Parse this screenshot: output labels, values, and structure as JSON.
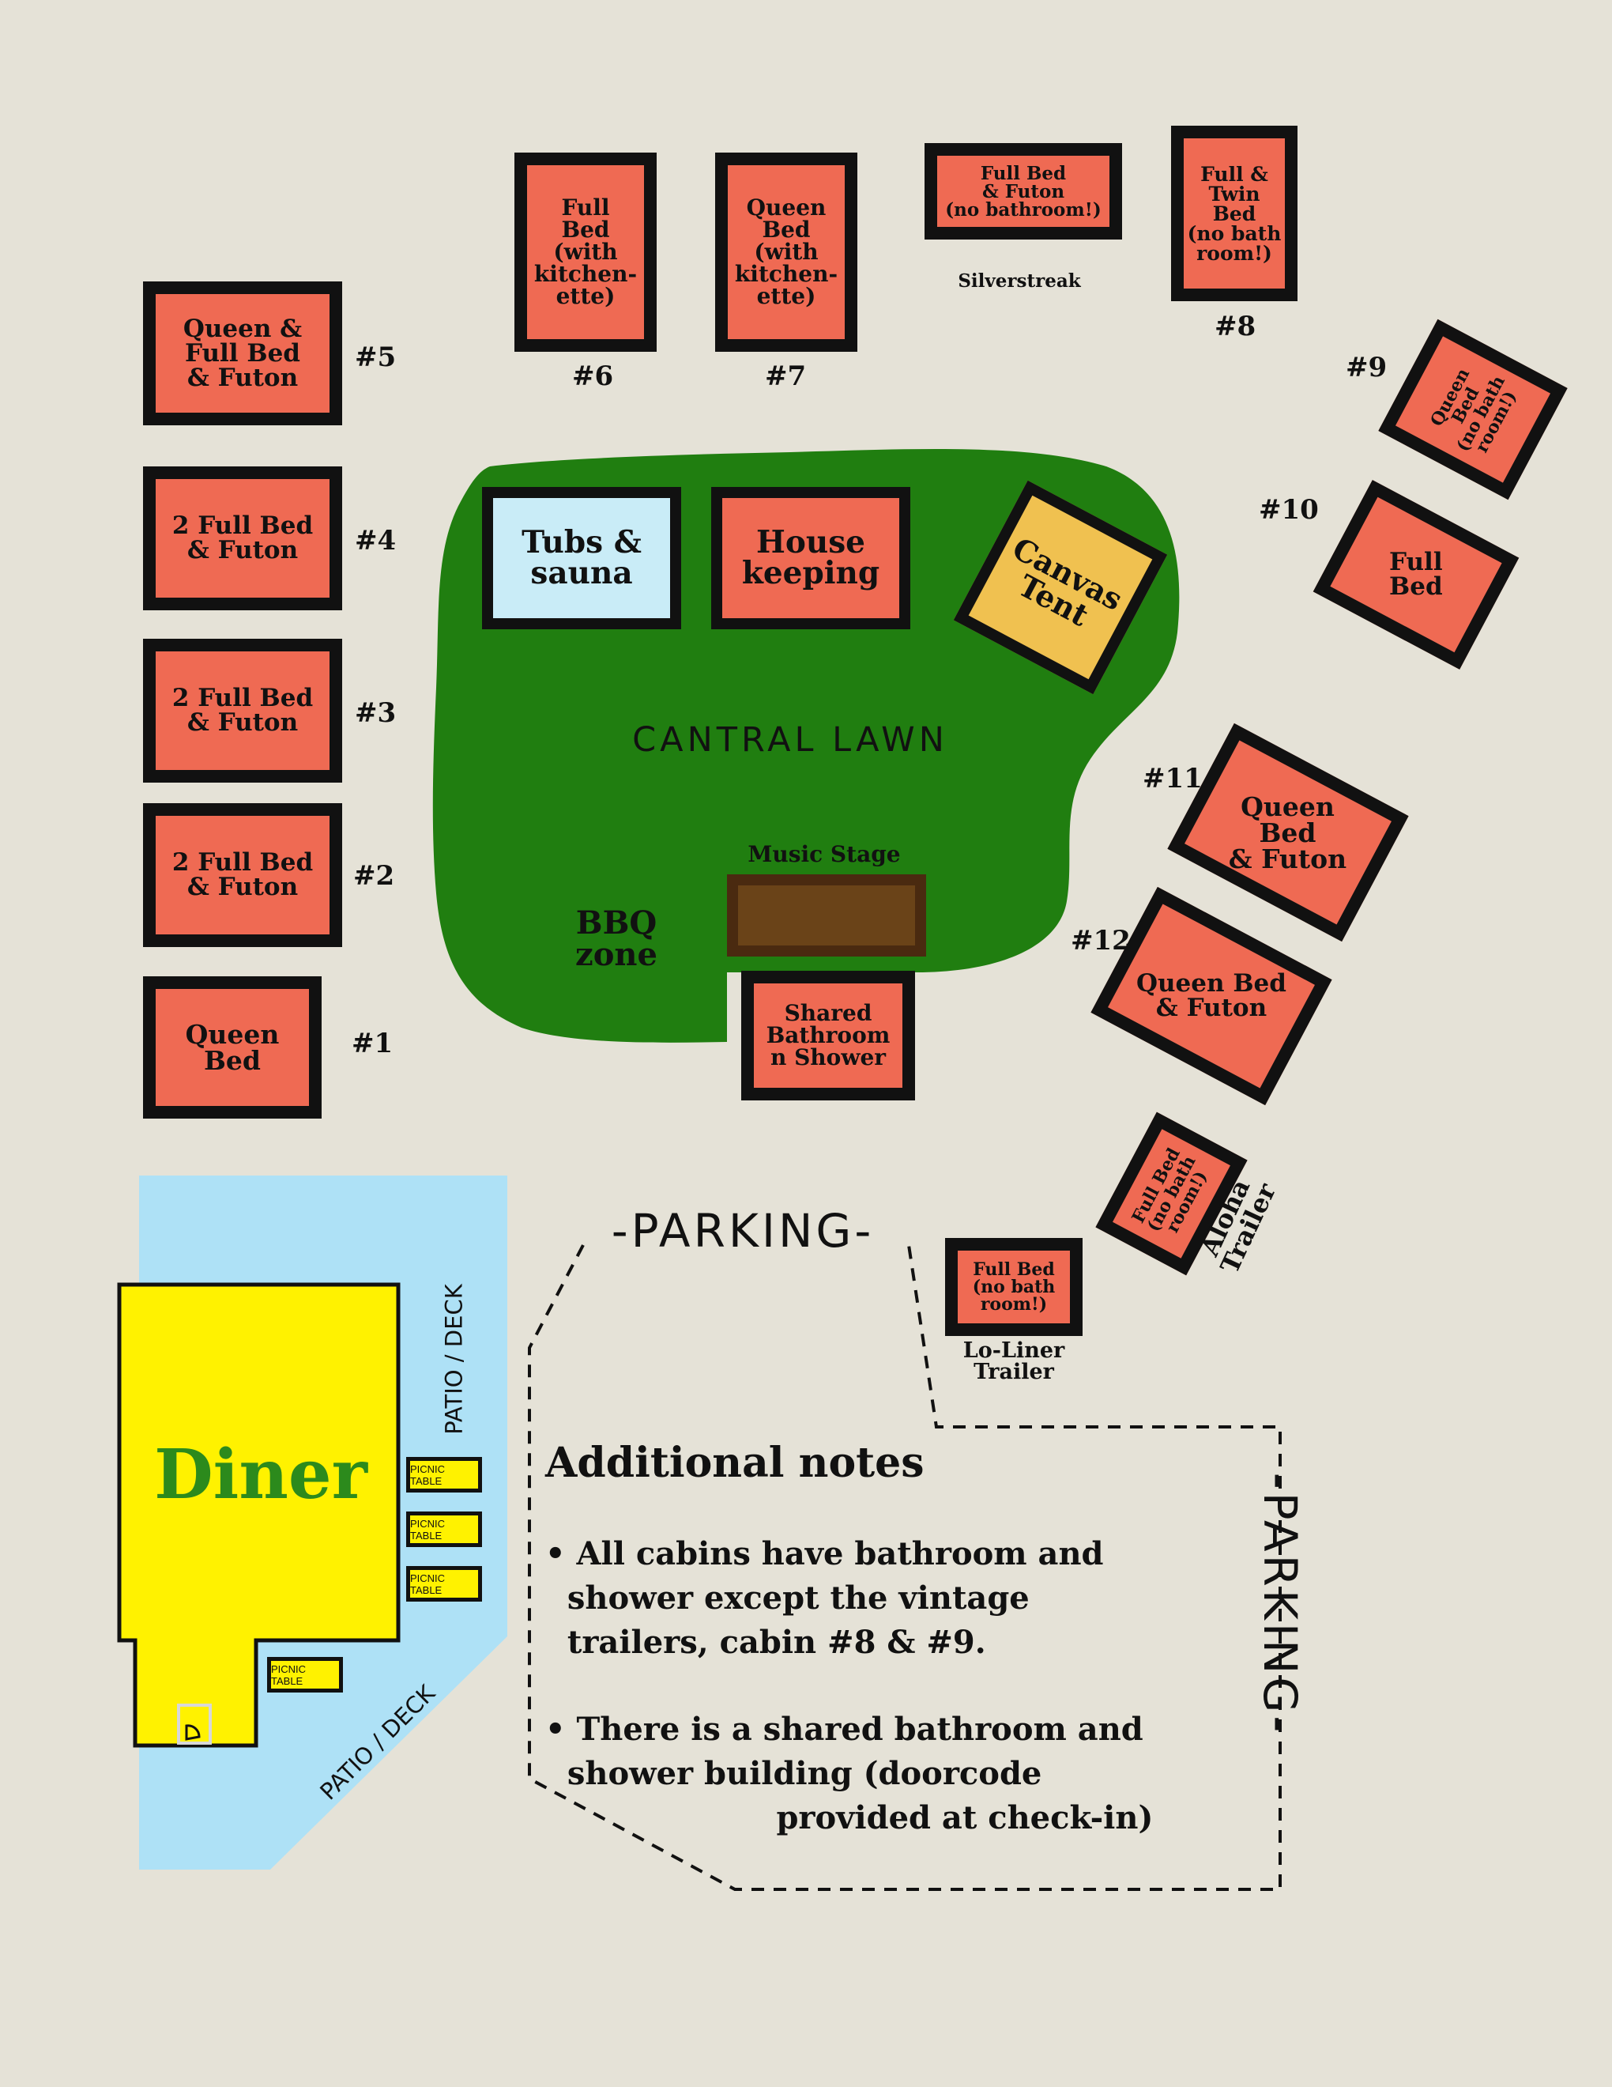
{
  "colors": {
    "background": "#e5e2d7",
    "cabin": "#ef6a53",
    "lawn": "#207e10",
    "tubs": "#c9ecf7",
    "tent": "#f0c150",
    "stage": "#6a4318",
    "diner": "#fff200",
    "diner_text": "#2c8a1c",
    "patio": "#aee1f6"
  },
  "cabins": {
    "c1": {
      "label": "Queen\nBed",
      "number": "#1"
    },
    "c2": {
      "label": "2 Full Bed\n& Futon",
      "number": "#2"
    },
    "c3": {
      "label": "2 Full Bed\n& Futon",
      "number": "#3"
    },
    "c4": {
      "label": "2 Full Bed\n& Futon",
      "number": "#4"
    },
    "c5": {
      "label": "Queen &\nFull Bed\n& Futon",
      "number": "#5"
    },
    "c6": {
      "label": "Full\nBed\n(with\nkitchen-\nette)",
      "number": "#6"
    },
    "c7": {
      "label": "Queen\nBed\n(with\nkitchen-\nette)",
      "number": "#7"
    },
    "c8": {
      "label": "Full &\nTwin\nBed\n(no bath\nroom!)",
      "number": "#8"
    },
    "c9": {
      "label": "Queen\nBed\n(no bath\nroom!)",
      "number": "#9"
    },
    "c10": {
      "label": "Full\nBed",
      "number": "#10"
    },
    "c11": {
      "label": "Queen\nBed\n& Futon",
      "number": "#11"
    },
    "c12": {
      "label": "Queen Bed\n& Futon",
      "number": "#12"
    }
  },
  "silverstreak": {
    "label": "Full Bed\n& Futon\n(no bathroom!)",
    "name": "Silverstreak"
  },
  "aloha": {
    "label": "Full Bed\n(no bath\nroom!)",
    "name": "Aloha\nTrailer"
  },
  "loliner": {
    "label": "Full Bed\n(no bath\nroom!)",
    "name": "Lo-Liner\nTrailer"
  },
  "lawn": {
    "label": "CANTRAL LAWN",
    "tubs": "Tubs &\nsauna",
    "housekeeping": "House\nkeeping",
    "tent": "Canvas\nTent",
    "stage": "Music Stage",
    "bbq": "BBQ\nzone",
    "bathroom": "Shared\nBathroom\nn Shower"
  },
  "diner": {
    "label": "Diner",
    "patio_top": "PATIO / DECK",
    "patio_bottom": "PATIO / DECK",
    "picnic": [
      "PICNIC TABLE",
      "PICNIC TABLE",
      "PICNIC TABLE",
      "PICNIC TABLE"
    ]
  },
  "parking": {
    "top": "-PARKING-",
    "side": "-PARKING-"
  },
  "notes": {
    "title": "Additional notes",
    "bullet1": "• All cabins have bathroom and\n  shower except the vintage\n  trailers, cabin #8 & #9.",
    "bullet2": "• There is a shared bathroom and\n  shower building (doorcode\n                     provided at check-in)"
  }
}
